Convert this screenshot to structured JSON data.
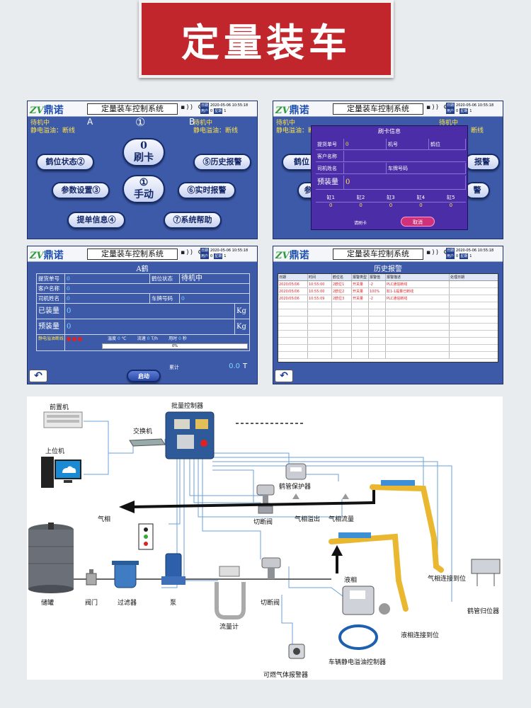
{
  "banner": {
    "title": "定量装车"
  },
  "common": {
    "logo_mark": "ZV",
    "logo_text": "鼎诺",
    "system_title": "定量装车控制系统",
    "signal_icons": "▪)) ⚙",
    "info_date_key": "日期",
    "info_date_val": "2020-05-06 10:55:18",
    "info_user_key": "用户",
    "info_user_val": "0",
    "info_weekday_key": "星期",
    "info_weekday_val": "1"
  },
  "screen1": {
    "status_left_1": "待机中",
    "status_left_2": "静电溢油：断线",
    "status_right_1": "待机中",
    "status_right_2": "静电溢油：断线",
    "label_a": "A",
    "label_b": "B",
    "label_1": "①",
    "buttons": {
      "crane_status": "鹤位状态②",
      "swipe_card": "0\n刷卡",
      "history_alarm": "⑤历史报警",
      "param_settings": "参数设置③",
      "manual": "①\n手动",
      "realtime_alarm": "⑥实时报警",
      "bill_info": "提单信息④",
      "system_help": "⑦系统帮助"
    }
  },
  "screen2": {
    "modal_title": "刷卡信息",
    "f_bill_no": "提货单号",
    "f_bill_val": "0",
    "f_machine_no": "机号",
    "f_crane_pos": "鹤位",
    "f_customer": "客户名称",
    "f_driver": "司机姓名",
    "f_plate": "车牌号码",
    "f_preset": "预装量",
    "f_preset_val": "0",
    "cans": [
      "缸1",
      "缸2",
      "缸3",
      "缸4",
      "缸5"
    ],
    "can_vals": [
      "0",
      "0",
      "0",
      "0",
      "0"
    ],
    "footer_left": "请刷卡",
    "cancel": "取消",
    "bg_btn_1": "鹤位",
    "bg_btn_2": "报警",
    "bg_btn_3": "参",
    "bg_btn_4": "警"
  },
  "screen3": {
    "section_title": "A鹤",
    "r1_l": "提货单号",
    "r1_v": "0",
    "r1_m": "鹤位状态",
    "r1_mv": "待机中",
    "r2_l": "客户名称",
    "r2_v": "0",
    "r3_l": "司机姓名",
    "r3_v": "0",
    "r3_m": "车牌号码",
    "r3_mv": "0",
    "r4_l": "已装量",
    "r4_v": "0",
    "r4_u": "Kg",
    "r5_l": "预装量",
    "r5_v": "0",
    "r5_u": "Kg",
    "r6_l": "静电溢油断线",
    "r6_temp": "温度",
    "r6_temp_v": "0",
    "r6_temp_u": "℃",
    "r6_flow": "流速",
    "r6_flow_v": "0",
    "r6_flow_u": "T/h",
    "r6_time": "用时",
    "r6_time_v": "0",
    "r6_time_u": "秒",
    "progress_text": "0%",
    "progress_value": 0,
    "total_label": "累计",
    "total_v": "0.0",
    "total_u": "T",
    "start_btn": "启动"
  },
  "screen4": {
    "section_title": "历史报警",
    "headers": [
      "日期",
      "时间",
      "鹤位名",
      "报警类型",
      "报警值",
      "报警描述",
      "处理日期"
    ],
    "rows": [
      [
        "2020/05/06",
        "10:55:00",
        "2鹤位1",
        "开关量",
        "-2",
        "PLC通信断线",
        ""
      ],
      [
        "2020/05/06",
        "10:55:00",
        "2鹤位2",
        "开关量",
        "100%",
        "缸1-1提量已断线",
        ""
      ],
      [
        "2020/05/06",
        "10:55:09",
        "2鹤位3",
        "开关量",
        "-2",
        "PLC通信断线",
        ""
      ]
    ]
  },
  "diagram": {
    "labels": {
      "front_machine": "前置机",
      "switch": "交换机",
      "batch_controller": "批量控制器",
      "host_pc": "上位机",
      "crane_protector": "鹤管保护器",
      "gas_phase_left": "气相",
      "cutoff_valve_top": "切断阀",
      "gas_overflow": "气相溢出",
      "gas_flow": "气相流量",
      "liquid_phase": "液相",
      "gas_connect": "气相连接到位",
      "storage_tank": "储罐",
      "valve": "阀门",
      "filter": "过滤器",
      "pump": "泵",
      "flow_meter": "流量计",
      "cutoff_valve_bottom": "切断阀",
      "crane_return": "鹤管归位器",
      "liquid_connect": "液相连接到位",
      "vehicle_static": "车辆静电溢油控制器",
      "gas_alarm": "可燃气体报警器"
    }
  }
}
